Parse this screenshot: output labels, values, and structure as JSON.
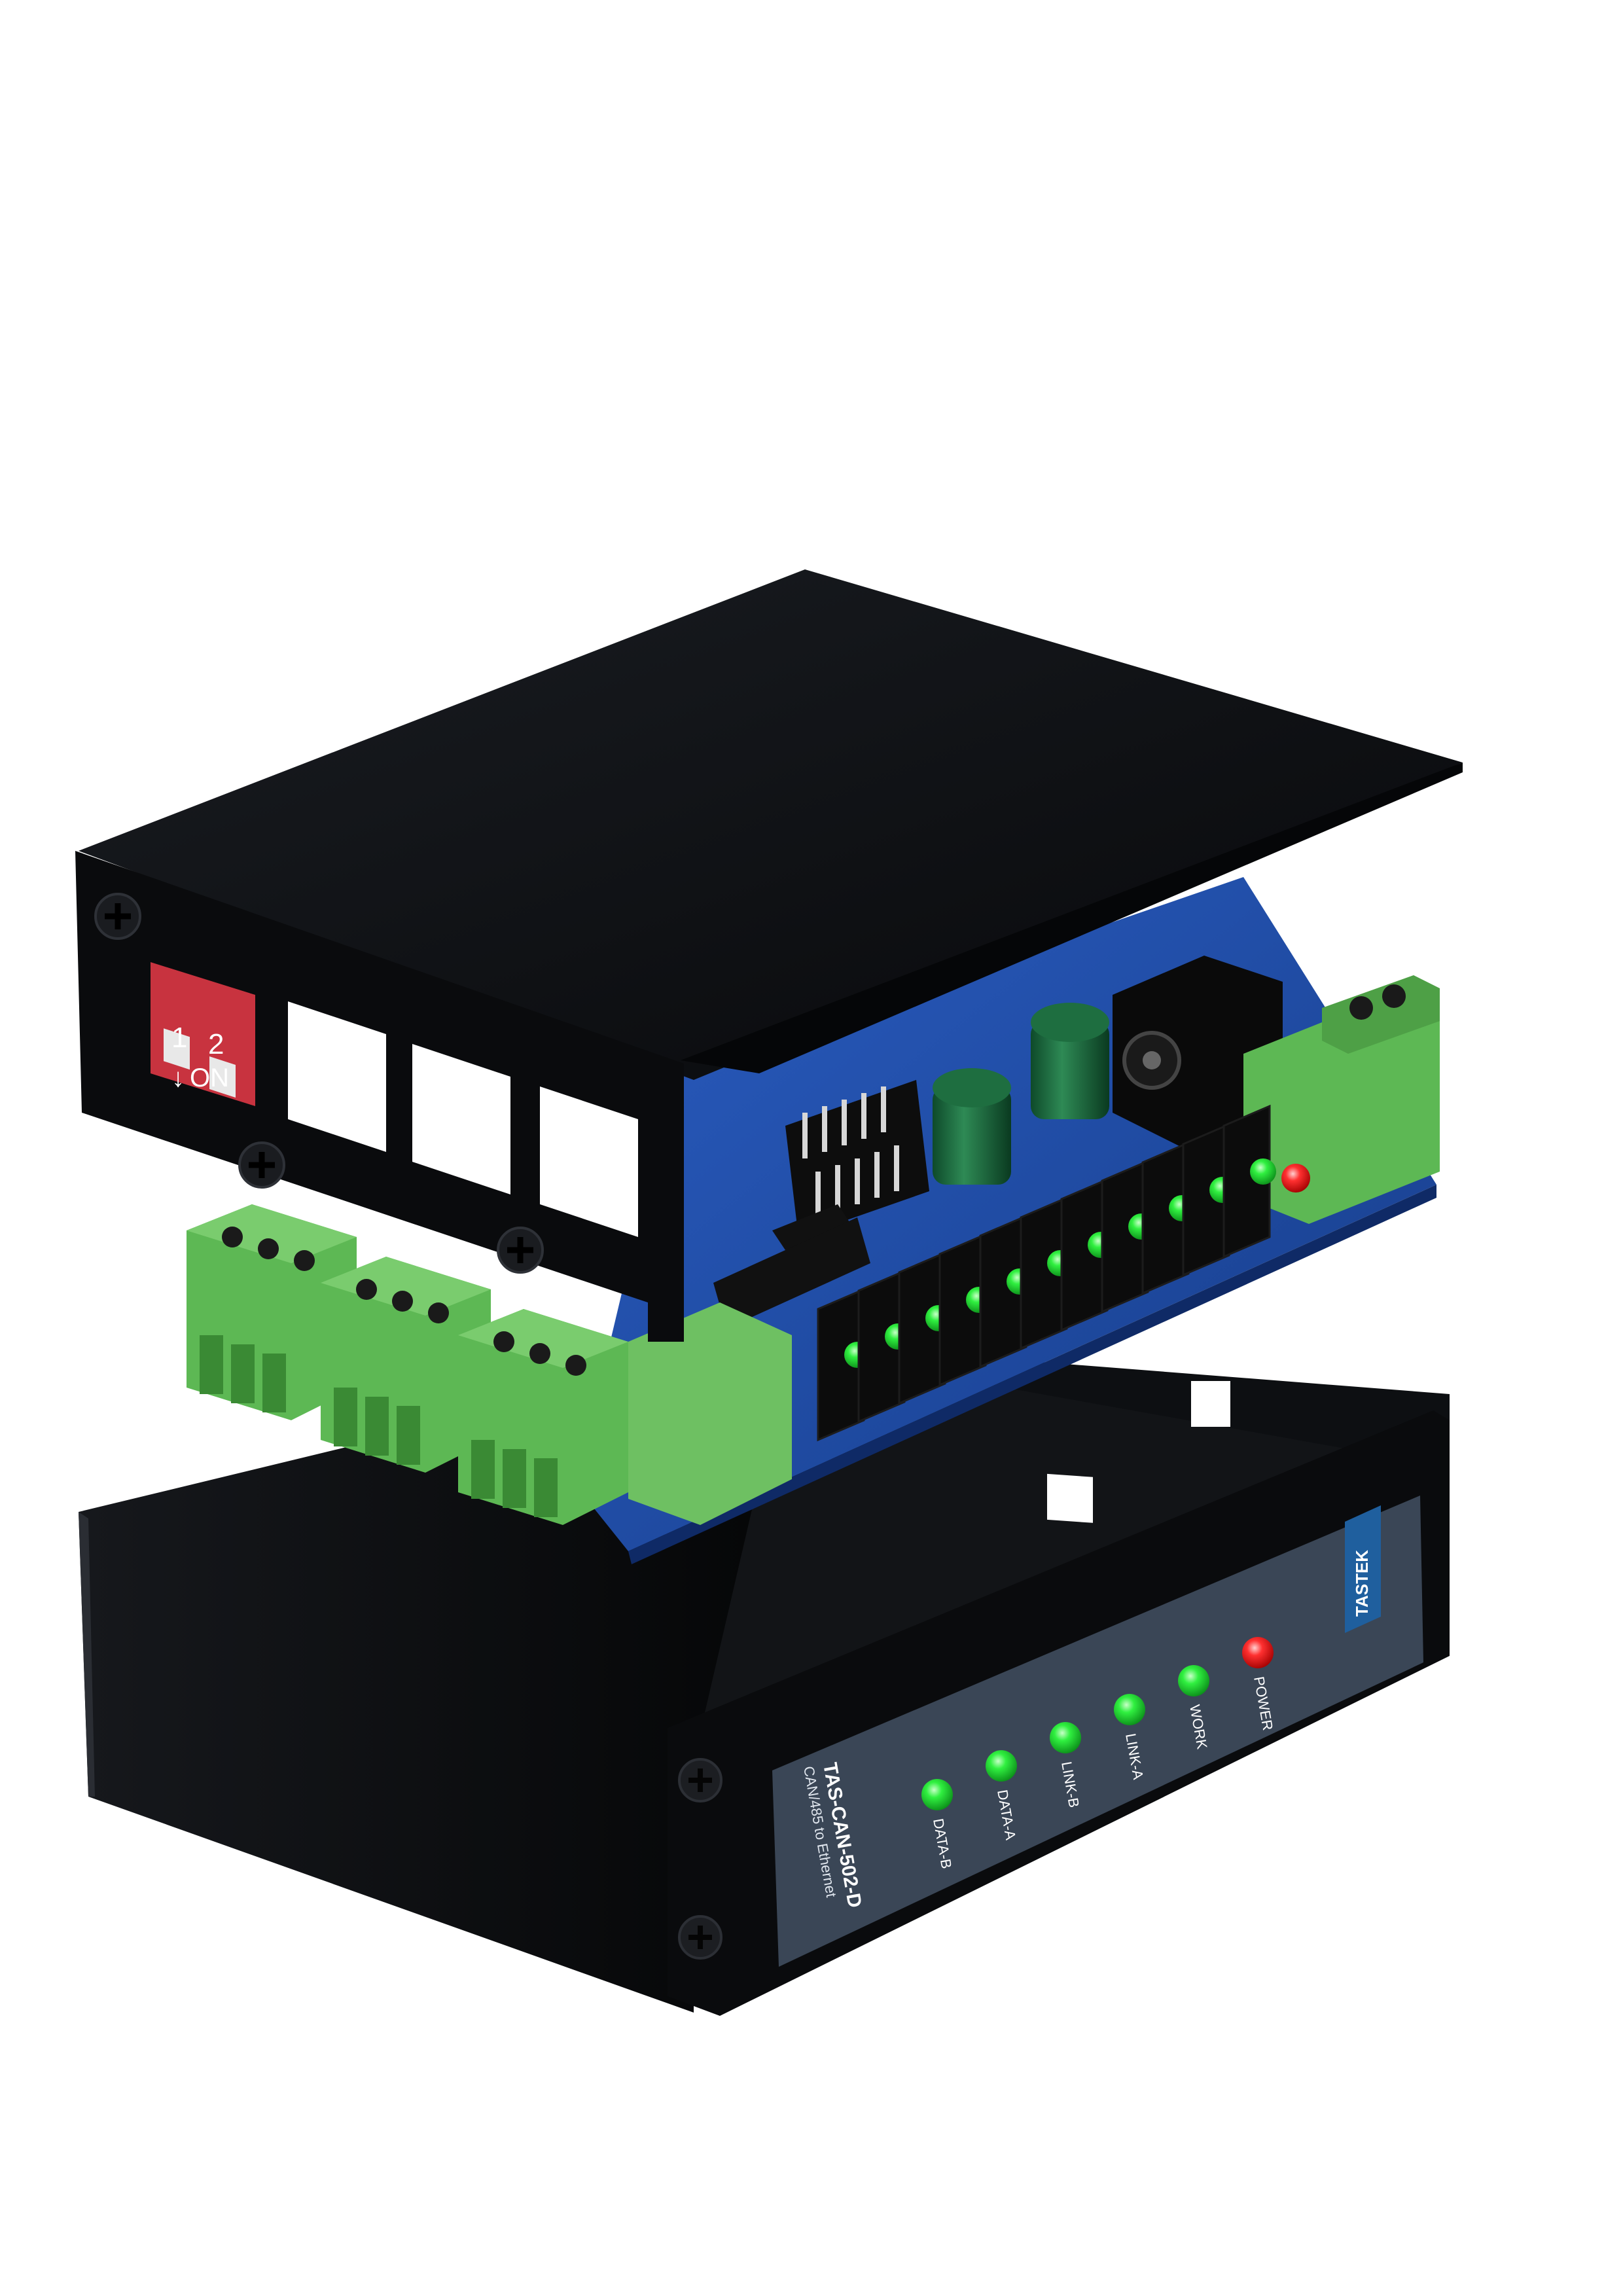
{
  "product": {
    "brand": "TASTEK",
    "model": "TAS-CAN-502-D",
    "subtitle": "CAN/485 to Ethernet"
  },
  "dip_switch": {
    "numbers": [
      "1",
      "2"
    ],
    "on_label": "ON"
  },
  "indicators": [
    {
      "label": "DATA-B",
      "color": "#22e030"
    },
    {
      "label": "DATA-A",
      "color": "#22e030"
    },
    {
      "label": "LINK-B",
      "color": "#22e030"
    },
    {
      "label": "LINK-A",
      "color": "#22e030"
    },
    {
      "label": "WORK",
      "color": "#22e030"
    },
    {
      "label": "POWER",
      "color": "#ff2020"
    }
  ],
  "colors": {
    "enclosure": "#0b0d10",
    "front_panel": "#3a4656",
    "pcb": "#1e4ea8",
    "terminal_block": "#5db854",
    "dip_switch": "#c8333f",
    "brand_badge": "#1f5f9e"
  }
}
